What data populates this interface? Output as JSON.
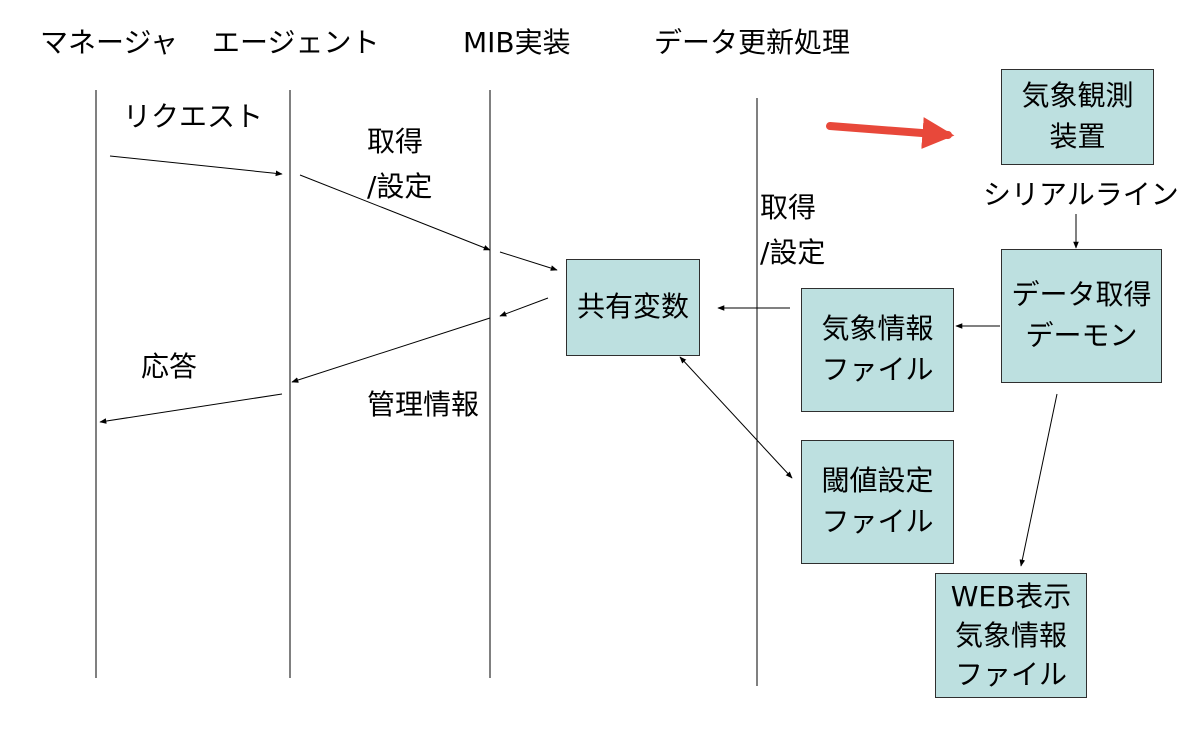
{
  "lanes": {
    "manager": "マネージャ",
    "agent": "エージェント",
    "mib": "MIB実装",
    "update": "データ更新処理"
  },
  "messages": {
    "request": "リクエスト",
    "get_set_1a": "取得",
    "get_set_1b": "/設定",
    "get_set_2a": "取得",
    "get_set_2b": "/設定",
    "response": "応答",
    "mgmt_info": "管理情報",
    "serial_line": "シリアルライン"
  },
  "boxes": {
    "weather_device": [
      "気象観測",
      "装置"
    ],
    "shared_var": [
      "共有変数"
    ],
    "weather_file": [
      "気象情報",
      "ファイル"
    ],
    "threshold_file": [
      "閾値設定",
      "ファイル"
    ],
    "daemon": [
      "データ取得",
      "デーモン"
    ],
    "web_file": [
      "WEB表示",
      "気象情報",
      "ファイル"
    ]
  },
  "colors": {
    "box_fill": "#bde0e0",
    "arrow_red": "#e8483a"
  }
}
